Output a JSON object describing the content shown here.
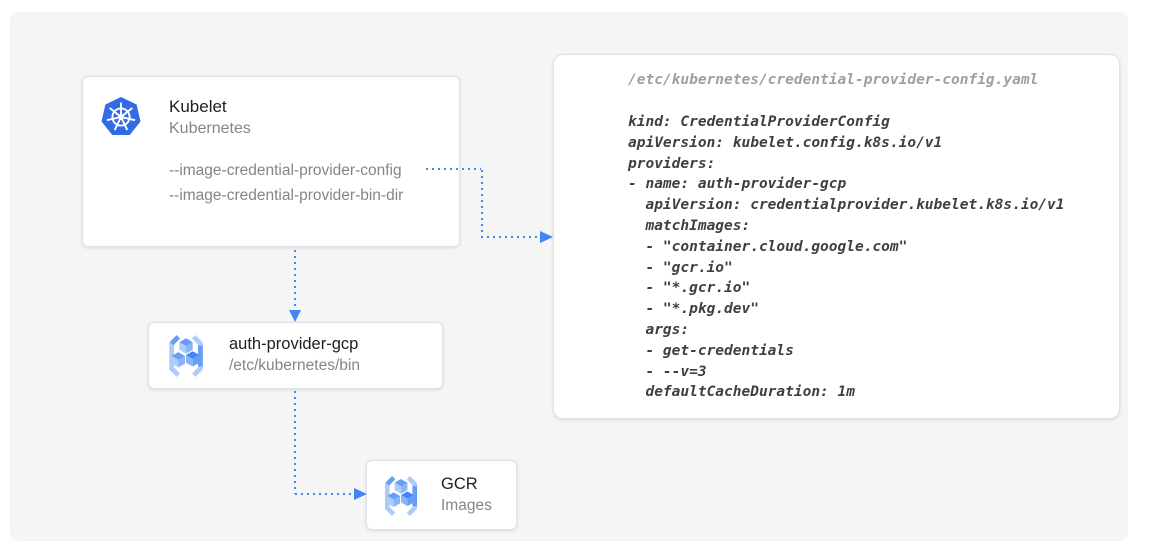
{
  "kubelet_card": {
    "title": "Kubelet",
    "subtitle": "Kubernetes",
    "flags": [
      "--image-credential-provider-config",
      "--image-credential-provider-bin-dir"
    ]
  },
  "auth_card": {
    "title": "auth-provider-gcp",
    "subtitle": "/etc/kubernetes/bin"
  },
  "gcr_card": {
    "title": "GCR",
    "subtitle": "Images"
  },
  "code_panel": {
    "filename": "/etc/kubernetes/credential-provider-config.yaml",
    "yaml_lines": [
      "kind: CredentialProviderConfig",
      "apiVersion: kubelet.config.k8s.io/v1",
      "providers:",
      "- name: auth-provider-gcp",
      "  apiVersion: credentialprovider.kubelet.k8s.io/v1",
      "  matchImages:",
      "  - \"container.cloud.google.com\"",
      "  - \"gcr.io\"",
      "  - \"*.gcr.io\"",
      "  - \"*.pkg.dev\"",
      "  args:",
      "  - get-credentials",
      "  - --v=3",
      "  defaultCacheDuration: 1m"
    ]
  },
  "icons": {
    "kubelet": "kubernetes-helm-icon",
    "auth_provider": "container-registry-icon",
    "gcr": "container-registry-icon"
  },
  "colors": {
    "arrow_blue": "#4285f4",
    "kubernetes_blue": "#326ce5",
    "icon_light_blue": "#aecbfa",
    "icon_medium_blue": "#669df6",
    "icon_face_blue": "#8ab4f8",
    "canvas_gray": "#f5f5f6",
    "card_border": "#e0e2e6",
    "title_text": "#202124",
    "muted_text": "#80868b",
    "code_text": "#3c4043",
    "code_filename_text": "#9aa0a6"
  }
}
